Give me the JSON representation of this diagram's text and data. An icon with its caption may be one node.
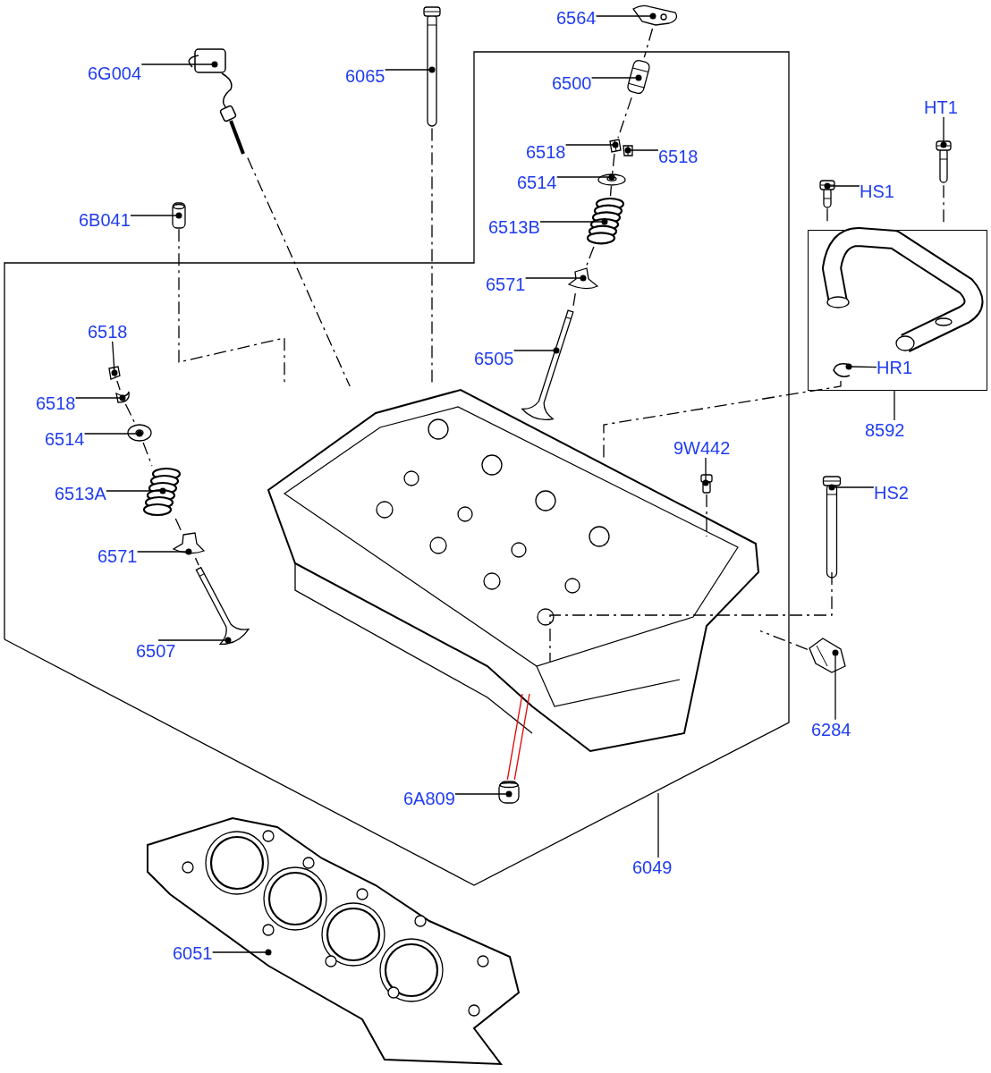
{
  "diagram": {
    "nodes": [
      {
        "text": [
          "6564"
        ]
      },
      {
        "text": [
          "6G004"
        ]
      },
      {
        "text": [
          "6065"
        ]
      },
      {
        "text": [
          "6500"
        ]
      },
      {
        "text": [
          "HT1"
        ]
      },
      {
        "text": [
          "6518"
        ]
      },
      {
        "text": [
          "6518"
        ]
      },
      {
        "text": [
          "6514"
        ]
      },
      {
        "text": [
          "HS1"
        ]
      },
      {
        "text": [
          "6B041"
        ]
      },
      {
        "text": [
          "6513B"
        ]
      },
      {
        "text": [
          "6571"
        ]
      },
      {
        "text": [
          "6518"
        ]
      },
      {
        "text": [],
        "shape": "box"
      },
      {
        "text": [
          "HR1"
        ],
        "in": 13
      },
      {
        "text": [
          "6505"
        ]
      },
      {
        "text": [
          "6518"
        ]
      },
      {
        "text": [
          "8592"
        ]
      },
      {
        "text": [
          "6514"
        ]
      },
      {
        "text": [
          "9W442"
        ]
      },
      {
        "text": [
          "6513A"
        ]
      },
      {
        "text": [
          "HS2"
        ]
      },
      {
        "text": [
          "6571"
        ]
      },
      {
        "text": [
          "6507"
        ]
      },
      {
        "text": [
          "6284"
        ]
      },
      {
        "text": [
          "6A809"
        ]
      },
      {
        "text": [
          "6049"
        ]
      },
      {
        "text": [
          "6051"
        ]
      },
      {
        "text": [],
        "shape": "picture"
      },
      {
        "text": [],
        "shape": "picture"
      },
      {
        "text": [],
        "shape": "picture"
      },
      {
        "text": [],
        "shape": "picture"
      },
      {
        "text": [],
        "shape": "picture"
      },
      {
        "text": [],
        "shape": "picture"
      },
      {
        "text": [],
        "shape": "picture"
      },
      {
        "text": [],
        "shape": "picture"
      },
      {
        "text": [],
        "shape": "picture"
      },
      {
        "text": [],
        "shape": "picture"
      },
      {
        "text": [],
        "shape": "picture"
      },
      {
        "text": [],
        "shape": "picture"
      },
      {
        "text": [],
        "shape": "picture"
      },
      {
        "text": [],
        "shape": "picture",
        "in": 13
      },
      {
        "text": [],
        "shape": "picture",
        "in": 13
      },
      {
        "text": [],
        "shape": "picture"
      },
      {
        "text": [],
        "shape": "picture"
      },
      {
        "text": [],
        "shape": "picture"
      },
      {
        "text": [],
        "shape": "picture"
      },
      {
        "text": [],
        "shape": "picture"
      },
      {
        "text": [],
        "shape": "picture"
      },
      {
        "text": [],
        "shape": "picture"
      },
      {
        "text": [],
        "shape": "picture"
      },
      {
        "text": [],
        "shape": "picture"
      },
      {
        "text": [],
        "shape": "picture"
      },
      {
        "text": [],
        "shape": "picture"
      },
      {
        "text": [],
        "shape": "picture"
      }
    ],
    "edges": [
      {
        "from": 0,
        "to": 28,
        "arrow": "other"
      },
      {
        "from": 1,
        "to": 29,
        "arrow": "other"
      },
      {
        "from": 2,
        "to": 30,
        "arrow": "other"
      },
      {
        "from": 3,
        "to": 31,
        "arrow": "other"
      },
      {
        "from": 4,
        "to": 38,
        "arrow": "other"
      },
      {
        "from": 5,
        "to": 32,
        "arrow": "other"
      },
      {
        "from": 6,
        "to": 33,
        "arrow": "other"
      },
      {
        "from": 7,
        "to": 34,
        "arrow": "other"
      },
      {
        "from": 8,
        "to": 39,
        "arrow": "other"
      },
      {
        "from": 9,
        "to": 40,
        "arrow": "other"
      },
      {
        "from": 10,
        "to": 35,
        "arrow": "other"
      },
      {
        "from": 11,
        "to": 36,
        "arrow": "other"
      },
      {
        "from": 12,
        "to": 43,
        "arrow": "other"
      },
      {
        "from": 14,
        "to": 42,
        "arrow": "other"
      },
      {
        "from": 15,
        "to": 37,
        "arrow": "other"
      },
      {
        "from": 16,
        "to": 44,
        "arrow": "other"
      },
      {
        "from": 17,
        "to": 13,
        "arrow": "none"
      },
      {
        "from": 18,
        "to": 45,
        "arrow": "other"
      },
      {
        "from": 19,
        "to": 49,
        "arrow": "other"
      },
      {
        "from": 20,
        "to": 46,
        "arrow": "other"
      },
      {
        "from": 21,
        "to": 50,
        "arrow": "other"
      },
      {
        "from": 22,
        "to": 47,
        "arrow": "other"
      },
      {
        "from": 23,
        "to": 48,
        "arrow": "other"
      },
      {
        "from": 24,
        "to": 51,
        "arrow": "other"
      },
      {
        "from": 25,
        "to": 52,
        "arrow": "other"
      },
      {
        "from": 26,
        "to": null,
        "arrow": "none"
      },
      {
        "from": 27,
        "to": 54,
        "arrow": "other"
      },
      {
        "from": 29,
        "to": 53,
        "arrow": "none",
        "style": "dashed"
      },
      {
        "from": 30,
        "to": 53,
        "arrow": "none",
        "style": "dashed"
      },
      {
        "from": 28,
        "to": 31,
        "arrow": "none",
        "style": "dashed"
      },
      {
        "from": 31,
        "to": 32,
        "arrow": "none",
        "style": "dashed"
      },
      {
        "from": 32,
        "to": 34,
        "arrow": "none",
        "style": "dashed"
      },
      {
        "from": 34,
        "to": 35,
        "arrow": "none",
        "style": "dashed"
      },
      {
        "from": 35,
        "to": 36,
        "arrow": "none",
        "style": "dashed"
      },
      {
        "from": 36,
        "to": 37,
        "arrow": "none",
        "style": "dashed"
      },
      {
        "from": 40,
        "to": 53,
        "arrow": "none",
        "style": "dashed"
      },
      {
        "from": 43,
        "to": 44,
        "arrow": "none",
        "style": "dashed"
      },
      {
        "from": 44,
        "to": 45,
        "arrow": "none",
        "style": "dashed"
      },
      {
        "from": 45,
        "to": 46,
        "arrow": "none",
        "style": "dashed"
      },
      {
        "from": 46,
        "to": 47,
        "arrow": "none",
        "style": "dashed"
      },
      {
        "from": 47,
        "to": 48,
        "arrow": "none",
        "style": "dashed"
      },
      {
        "from": 39,
        "to": 41,
        "arrow": "none",
        "style": "dashed"
      },
      {
        "from": 38,
        "to": 41,
        "arrow": "none",
        "style": "dashed"
      },
      {
        "from": 42,
        "to": 53,
        "arrow": "none",
        "style": "dashed"
      },
      {
        "from": 49,
        "to": 53,
        "arrow": "none",
        "style": "dashed"
      },
      {
        "from": 50,
        "to": 53,
        "arrow": "none",
        "style": "dashed"
      },
      {
        "from": 51,
        "to": 53,
        "arrow": "none",
        "style": "dashed"
      },
      {
        "from": 52,
        "to": 53,
        "arrow": "none",
        "color": "#e00000"
      },
      {
        "from": 52,
        "to": 53,
        "arrow": "none",
        "color": "#e00000"
      }
    ]
  }
}
